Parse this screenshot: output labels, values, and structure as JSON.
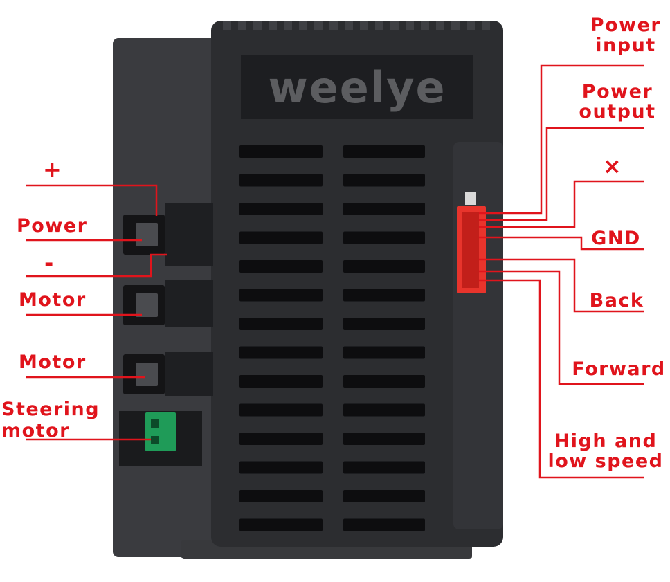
{
  "device": {
    "brand": "weelye",
    "connector_color": "#e8342c",
    "steering_connector_color": "#1f9b58",
    "body_color": "#2c2d30"
  },
  "labels": {
    "left": {
      "plus": "+",
      "power": "Power",
      "minus": "-",
      "motor_1": "Motor",
      "motor_2": "Motor",
      "steering": "Steering\nmotor"
    },
    "right": {
      "power_input": "Power\ninput",
      "power_output": "Power\noutput",
      "unused": "×",
      "gnd": "GND",
      "back": "Back",
      "forward": "Forward",
      "speed": "High and\nlow speed"
    }
  },
  "line_color": "#e0141c"
}
